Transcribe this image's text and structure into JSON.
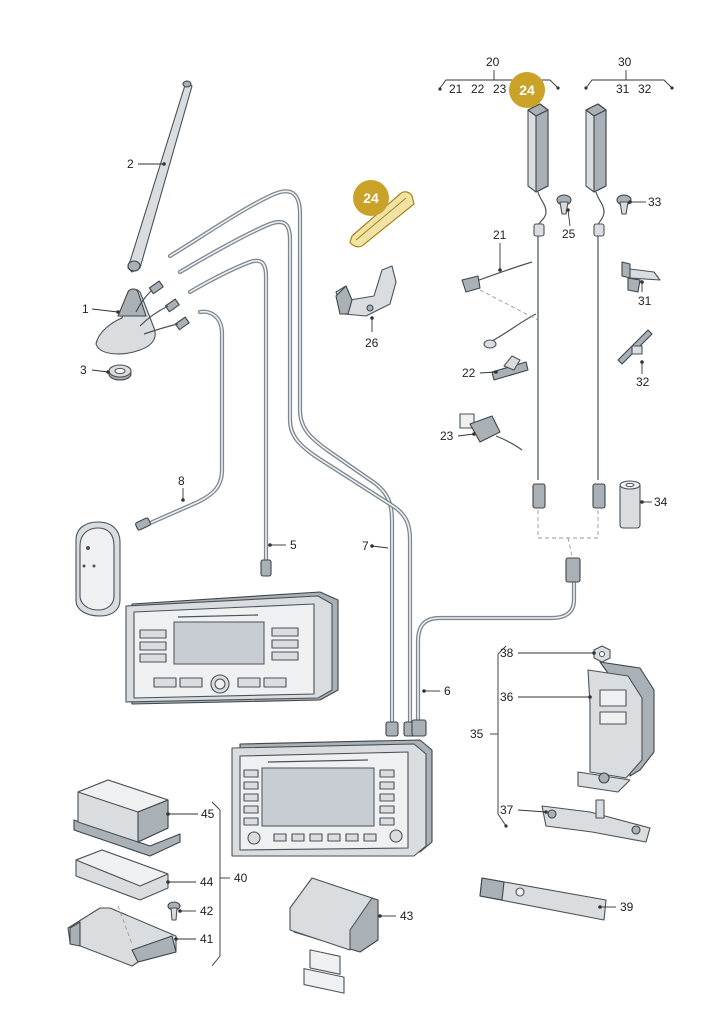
{
  "callouts": [
    {
      "id": "c-2",
      "label": "2"
    },
    {
      "id": "c-1",
      "label": "1"
    },
    {
      "id": "c-3",
      "label": "3"
    },
    {
      "id": "c-8",
      "label": "8"
    },
    {
      "id": "c-5",
      "label": "5"
    },
    {
      "id": "c-7",
      "label": "7"
    },
    {
      "id": "c-6",
      "label": "6"
    },
    {
      "id": "c-26",
      "label": "26"
    },
    {
      "id": "c-20",
      "label": "20"
    },
    {
      "id": "c-21t",
      "label": "21"
    },
    {
      "id": "c-22t",
      "label": "22"
    },
    {
      "id": "c-23t",
      "label": "23"
    },
    {
      "id": "c-30",
      "label": "30"
    },
    {
      "id": "c-31t",
      "label": "31"
    },
    {
      "id": "c-32t",
      "label": "32"
    },
    {
      "id": "c-25",
      "label": "25"
    },
    {
      "id": "c-33",
      "label": "33"
    },
    {
      "id": "c-21",
      "label": "21"
    },
    {
      "id": "c-31",
      "label": "31"
    },
    {
      "id": "c-22",
      "label": "22"
    },
    {
      "id": "c-32",
      "label": "32"
    },
    {
      "id": "c-23",
      "label": "23"
    },
    {
      "id": "c-34",
      "label": "34"
    },
    {
      "id": "c-38",
      "label": "38"
    },
    {
      "id": "c-36",
      "label": "36"
    },
    {
      "id": "c-35",
      "label": "35"
    },
    {
      "id": "c-37",
      "label": "37"
    },
    {
      "id": "c-45",
      "label": "45"
    },
    {
      "id": "c-44",
      "label": "44"
    },
    {
      "id": "c-40",
      "label": "40"
    },
    {
      "id": "c-42",
      "label": "42"
    },
    {
      "id": "c-41",
      "label": "41"
    },
    {
      "id": "c-43",
      "label": "43"
    },
    {
      "id": "c-39",
      "label": "39"
    }
  ],
  "highlight_badges": [
    {
      "id": "hb-1",
      "label": "24"
    },
    {
      "id": "hb-2",
      "label": "24"
    }
  ],
  "colors": {
    "highlight": "#c9a227",
    "line": "#333333",
    "cable": "#7d8790",
    "part": "#d9dde0"
  }
}
